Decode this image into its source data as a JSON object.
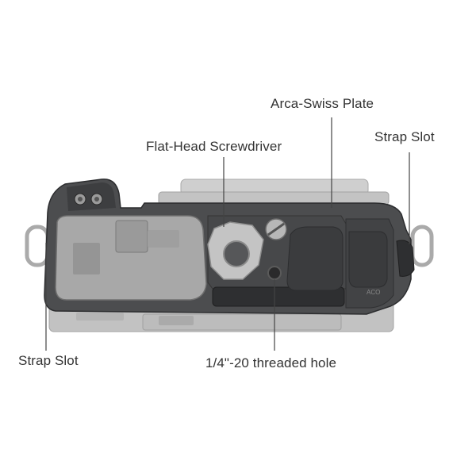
{
  "labels": {
    "arca_swiss_plate": "Arca-Swiss Plate",
    "flat_head_screwdriver": "Flat-Head Screwdriver",
    "strap_slot_right": "Strap Slot",
    "strap_slot_left": "Strap Slot",
    "threaded_hole": "1/4\"-20 threaded hole"
  },
  "engravings": {
    "cage_mark": "ACO"
  },
  "colors": {
    "background": "#ffffff",
    "cage": "#4a4b4d",
    "cage_dark": "#2f3032",
    "camera_body": "#bdbdbd",
    "lens_mount": "#c9c9c9",
    "callout_line": "#444444",
    "label_text": "#333333"
  }
}
